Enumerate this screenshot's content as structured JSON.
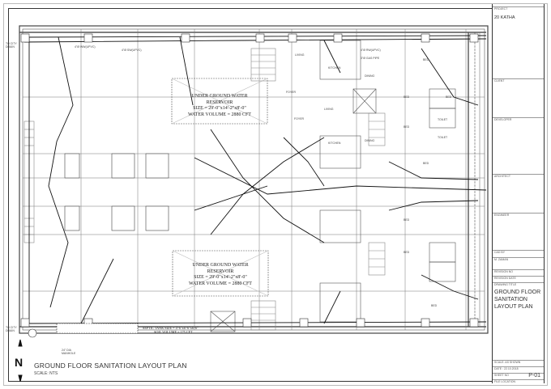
{
  "drawing": {
    "title": "GROUND FLOOR SANITATION LAYOUT PLAN",
    "scale": "SCALE: NTS",
    "north_symbol": "N"
  },
  "reservoirs": [
    {
      "line1": "UNDER GROUND WATER",
      "line2": "RESERVOIR",
      "size": "SIZE = 29'-0\"x14'-2\"x8'-0\"",
      "volume": "WATER VOLUME = 2880 CFT"
    },
    {
      "line1": "UNDER GROUND WATER",
      "line2": "RESERVOIR",
      "size": "SIZE = 29'-0\"x14'-2\"x8'-0\"",
      "volume": "WATER VOLUME = 2880 CFT"
    }
  ],
  "septic": {
    "size": "SEPTIC TANK SIZE = 4'-6\"x6'-6\"x6'-6\"",
    "volume": "SOIL VOLUME = 175 CFT"
  },
  "labels": {
    "to_city_drain": "TO CITY DRAIN",
    "manhole": "24\" DIA MANHOLE",
    "pipe_pvc_4": "4\"Ø WW(UPVC)",
    "pipe_sw": "4\"Ø SW(UPVC)",
    "pipe_rw": "4\"Ø RW(UPVC)",
    "pipe_gas": "3\"Ø GAS PIPE"
  },
  "rooms": [
    "LIVING",
    "KITCHEN",
    "DINING",
    "BED",
    "BED",
    "BED",
    "BED",
    "TOILET",
    "TOILET",
    "FOYER",
    "FOYER",
    "LIVING",
    "KITCHEN",
    "DINING",
    "BED",
    "BED",
    "BED",
    "BED"
  ],
  "title_block": {
    "project_label": "PROJECT",
    "project": "20 KATHA",
    "client_label": "CLIENT",
    "developer_label": "DEVELOPER",
    "architect_label": "ARCHITECT",
    "engineer_label": "ENGINEER",
    "cad_by_label": "CAD BY",
    "cad_by": "M. ZAMAN",
    "revision_no_label": "REVISION NO",
    "revision_date_label": "REVISION DATE",
    "drawing_title_label": "DRAWING TITLE",
    "drawing_title": [
      "GROUND FLOOR",
      "SANITATION",
      "LAYOUT PLAN"
    ],
    "scale": "SCALE: AS SHOWN",
    "date": "DATE : 22.10.2018",
    "sheet_label": "SHEET NO",
    "sheet_no": "P-01",
    "file_location_label": "FILE LOCATION"
  }
}
